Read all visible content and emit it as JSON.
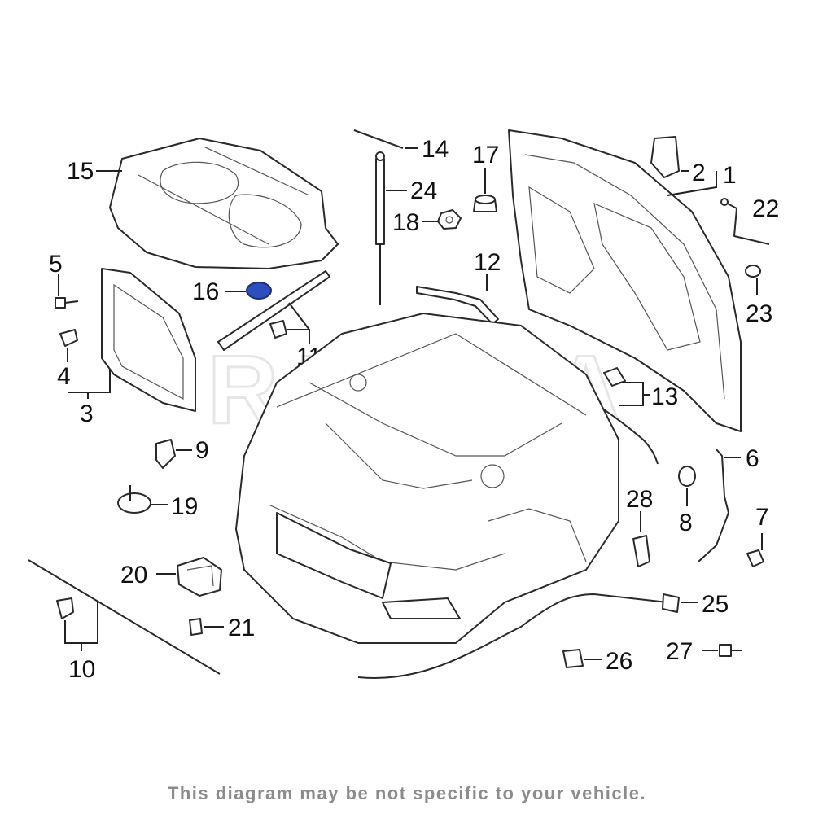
{
  "watermark": "REXKA",
  "disclaimer": "This diagram may be not specific to your vehicle.",
  "highlight_color": "#2d4fbd",
  "callouts": {
    "c1": "1",
    "c2": "2",
    "c3": "3",
    "c4": "4",
    "c5": "5",
    "c6": "6",
    "c7": "7",
    "c8": "8",
    "c9": "9",
    "c10": "10",
    "c11": "11",
    "c12": "12",
    "c13": "13",
    "c14": "14",
    "c15": "15",
    "c16": "16",
    "c17": "17",
    "c18": "18",
    "c19": "19",
    "c20": "20",
    "c21": "21",
    "c22": "22",
    "c23": "23",
    "c24": "24",
    "c25": "25",
    "c26": "26",
    "c27": "27",
    "c28": "28"
  }
}
